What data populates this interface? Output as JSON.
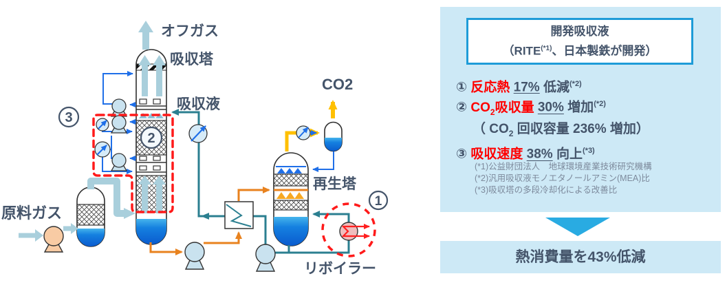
{
  "diagram": {
    "labels": {
      "offgas": "オフガス",
      "absorber": "吸収塔",
      "solvent": "吸収液",
      "co2": "CO2",
      "feed_gas": "原料ガス",
      "regenerator": "再生塔",
      "reboiler": "リボイラー"
    },
    "markers": {
      "m1": "1",
      "m2": "2",
      "m3": "3"
    },
    "colors": {
      "gas_pipe": "#A9CFDC",
      "solvent_line": "#2B7F90",
      "rich_line": "#E8821E",
      "co2_line": "#FFC000",
      "pump_loop": "#1F6FE8",
      "highlight_red": "#FF1A1A",
      "liquid_blue": "#0A5BCE",
      "text_dark": "#44546A"
    }
  },
  "panel": {
    "title": {
      "line1": "開発吸収液",
      "line2_pre": "（RITE",
      "line2_sup": "(*1)",
      "line2_post": "、日本製鉄が開発）"
    },
    "item1": {
      "num": "①",
      "keyword": "反応熱",
      "value": "17%",
      "suffix": "低減",
      "note": "(*2)"
    },
    "item2": {
      "num": "②",
      "kw_pre": "CO",
      "kw_sub": "2",
      "kw_post": "吸収量",
      "value": "30%",
      "suffix": "増加",
      "note": "(*2)"
    },
    "item3": {
      "pre": "（ CO",
      "sub": "2",
      "post": " 回収容量 236% 増加）"
    },
    "item4": {
      "num": "③",
      "keyword": "吸収速度",
      "value": "38%",
      "suffix": "向上",
      "note": "(*3)"
    },
    "footnotes": [
      "(*1)公益財団法人　地球環境産業技術研究機構",
      "(*2)汎用吸収液モノエタノールアミン(MEA)比",
      "(*3)吸収塔の多段冷却化による改善比"
    ],
    "colors": {
      "panel_bg": "#CDE9F6",
      "title_border": "#1E9CD8",
      "accent_red": "#FF0000",
      "arrow_blue": "#29ABE2"
    }
  },
  "result_banner": {
    "text": "熱消費量を43%低減"
  }
}
